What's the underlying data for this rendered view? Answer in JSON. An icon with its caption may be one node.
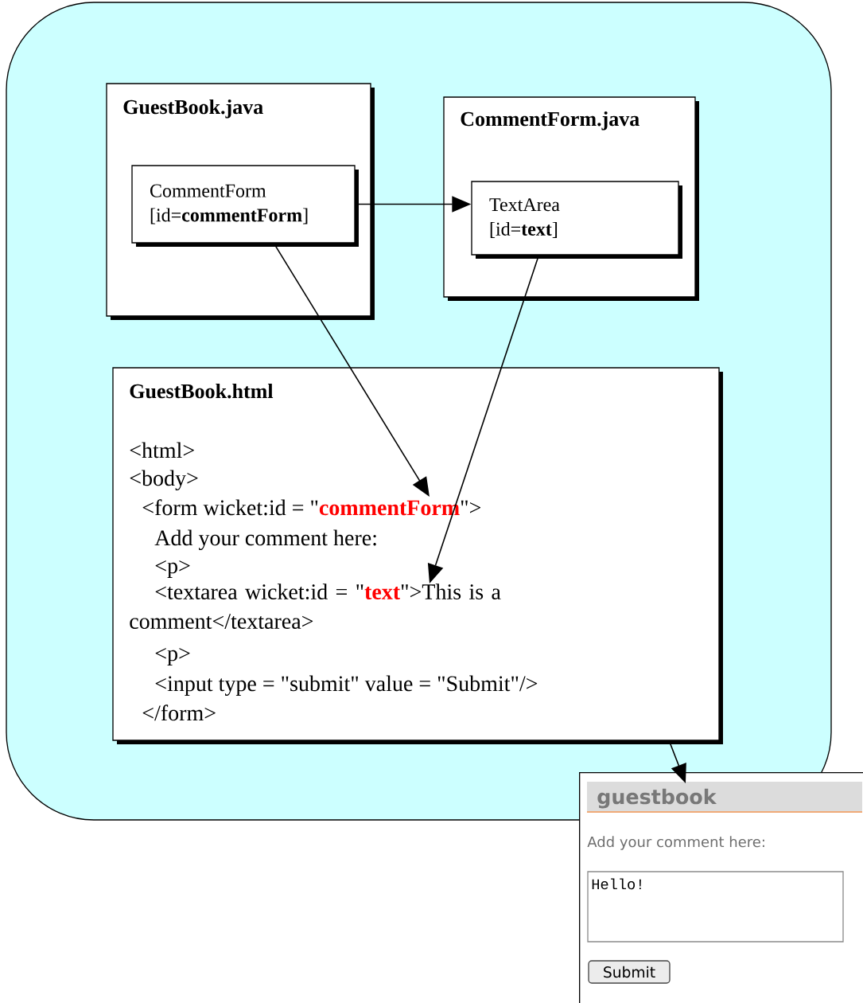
{
  "diagram": {
    "nodes": [
      {
        "text": [],
        "shape": "box"
      },
      {
        "text": [
          "GuestBook.java"
        ],
        "in": 0
      },
      {
        "text": [
          "CommentForm [id=**commentForm**]"
        ],
        "in": 1
      },
      {
        "text": [
          "CommentForm.java"
        ],
        "in": 0
      },
      {
        "text": [
          "TextArea [id=**text**]"
        ],
        "in": 3
      },
      {
        "text": [
          "GuestBook.html",
          "<html>",
          "<body>",
          "Add your comment here:",
          "<p>",
          "<p>",
          "<input type = \"submit\" value = \"Submit\"/>",
          "</form>"
        ],
        "in": 0
      },
      {
        "text": [
          "<form wicket:id = \"**commentForm**\">"
        ],
        "in": 5
      },
      {
        "text": [
          "<textarea wicket:id = \"**text**\">This is a comment</textarea>"
        ],
        "in": 5
      },
      {
        "text": [
          "guestbook",
          "Add your comment here:",
          "Hello!",
          "Submit"
        ]
      }
    ],
    "edges": [
      {
        "from": 2,
        "to": 4,
        "arrow": "to"
      },
      {
        "from": 2,
        "to": 6,
        "arrow": "to"
      },
      {
        "from": 4,
        "to": 7,
        "arrow": "to"
      },
      {
        "from": 5,
        "to": 8,
        "arrow": "to"
      }
    ]
  }
}
